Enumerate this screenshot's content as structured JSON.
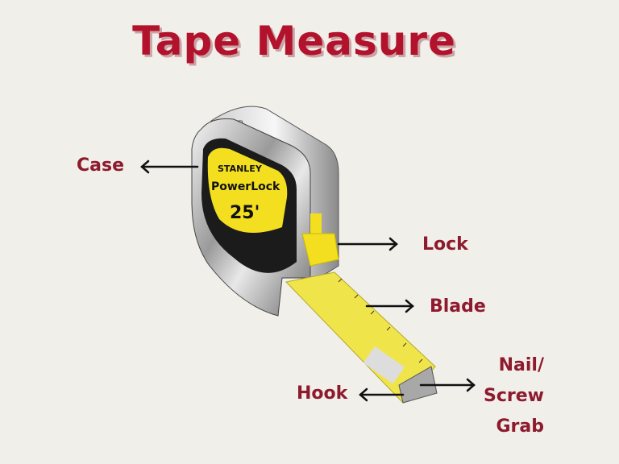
{
  "title": "Tape Measure",
  "labels": {
    "case": "Case",
    "lock": "Lock",
    "blade": "Blade",
    "hook": "Hook",
    "nail_line1": "Nail/",
    "nail_line2": "Screw",
    "nail_line3": "Grab"
  },
  "product_image": {
    "brand": "STANLEY",
    "model": "PowerLock",
    "size": "25'"
  },
  "colors": {
    "title": "#b3122c",
    "label": "#8e1a2e",
    "arrow": "#111111",
    "tape_yellow": "#f2e431"
  }
}
